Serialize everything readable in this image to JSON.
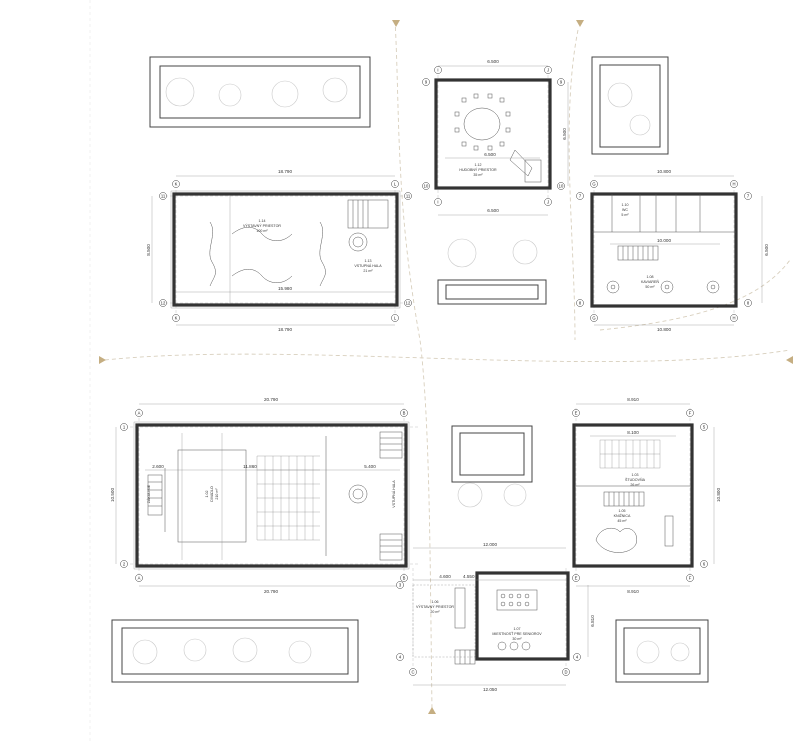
{
  "colors": {
    "wall": "#333333",
    "path": "#d8cfbd",
    "arrow": "#c5ae82",
    "vegetation": "#c9c9c9"
  },
  "top_left": {
    "dim_top": "18.790",
    "dim_bottom_inner": "15.980",
    "dim_bottom": "18.790",
    "dim_side": "8.500",
    "grid_left": [
      "K",
      "L"
    ],
    "grid_rows": [
      "11",
      "12"
    ],
    "room_a_no": "1.14",
    "room_a_name": "VÝSTAVNÝ PRIESTOR",
    "room_a_area": "100 m²",
    "room_b_no": "1.13",
    "room_b_name": "VSTUPNÁ HALA",
    "room_b_area": "21 m²"
  },
  "top_mid": {
    "dim_top": "6.500",
    "dim_bottom": "6.500",
    "dim_inner": "6.500",
    "dim_side": "6.500",
    "grid": [
      "I",
      "J",
      "9",
      "10"
    ],
    "room_no": "1.12",
    "room_name": "HUDOBNÝ PRIESTOR",
    "room_area": "35 m²"
  },
  "top_right": {
    "dim_top": "10.800",
    "dim_mid": "10.000",
    "dim_bottom": "10.800",
    "dim_side": "6.500",
    "grid": [
      "G",
      "H",
      "7",
      "8"
    ],
    "room_no": "1.08",
    "room_name": "KAVIAREŇ",
    "room_area": "50 m²",
    "small_no": "1.10",
    "small_name": "WC",
    "small_area": "5 m²"
  },
  "bottom_left": {
    "dim_top": "20.790",
    "dim_bottom": "20.790",
    "dim_side": "10.500",
    "dim_a": "2.600",
    "dim_b": "11.860",
    "dim_c": "5.400",
    "grid": [
      "A",
      "B",
      "1",
      "2"
    ],
    "room_no": "1.02",
    "room_name": "DIVADLO",
    "room_area": "210 m²",
    "side_a_name": "ZÁKULISIE",
    "side_b_name": "VSTUPNÁ HALA"
  },
  "bottom_right": {
    "dim_top": "8.910",
    "dim_bottom": "8.910",
    "dim_side": "10.800",
    "dim_inner": "8.100",
    "grid": [
      "E",
      "F",
      "5",
      "6"
    ],
    "room_no": "1.05",
    "room_name": "KNIŽNICA",
    "room_area": "45 m²",
    "study_no": "1.03",
    "study_name": "ŠTUDOVŇA",
    "study_area": "26 m²"
  },
  "bottom_mid": {
    "dim_top_a": "4.600",
    "dim_top_b": "4.550",
    "dim_mid": "12.000",
    "dim_bottom": "12.050",
    "dim_side": "6.810",
    "grid": [
      "C",
      "D",
      "3",
      "4"
    ],
    "room_a_no": "1.06",
    "room_a_name": "VÝSTAVNÝ PRIESTOR",
    "room_a_area": "20 m²",
    "room_b_no": "1.07",
    "room_b_name": "MIESTNOSŤ PRE SENIOROV",
    "room_b_area": "30 m²"
  }
}
